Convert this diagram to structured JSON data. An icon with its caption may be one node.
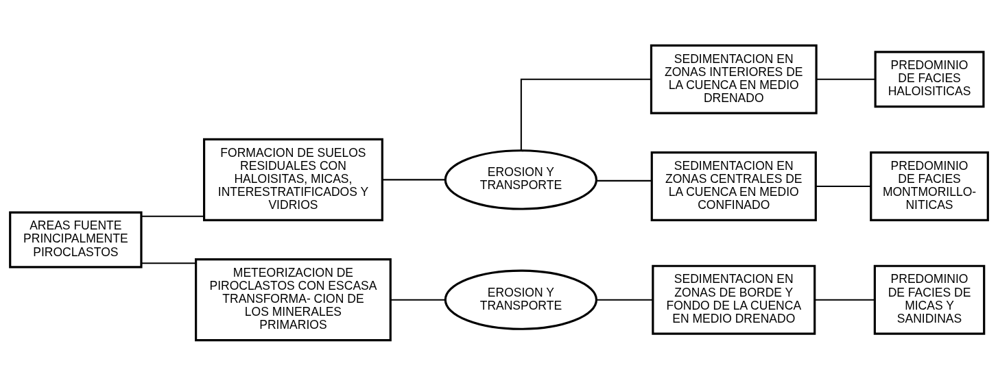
{
  "diagram": {
    "nodes": [
      {
        "text": [
          "AREAS FUENTE PRINCIPALMENTE PIROCLASTOS"
        ]
      },
      {
        "text": [
          "FORMACION DE SUELOS RESIDUALES CON HALOISITAS, MICAS, INTERESTRATIFICADOS Y VIDRIOS"
        ]
      },
      {
        "text": [
          "EROSION Y TRANSPORTE"
        ]
      },
      {
        "text": [
          "SEDIMENTACION EN ZONAS INTERIORES DE LA CUENCA EN MEDIO DRENADO"
        ]
      },
      {
        "text": [
          "PREDOMINIO DE FACIES HALOISITICAS"
        ]
      },
      {
        "text": [
          "SEDIMENTACION EN ZONAS CENTRALES DE LA CUENCA EN MEDIO CONFINADO"
        ]
      },
      {
        "text": [
          "PREDOMINIO DE FACIES MONTMORILLO- NITICAS"
        ]
      },
      {
        "text": [
          "METEORIZACION DE PIROCLASTOS CON ESCASA TRANSFORMA- CION DE LOS MINERALES PRIMARIOS"
        ]
      },
      {
        "text": [
          "EROSION Y TRANSPORTE"
        ]
      },
      {
        "text": [
          "SEDIMENTACION EN ZONAS DE BORDE Y FONDO DE LA CUENCA EN MEDIO DRENADO"
        ]
      },
      {
        "text": [
          "PREDOMINIO DE FACIES DE MICAS Y SANIDINAS"
        ]
      }
    ],
    "edges": [
      {
        "from": 0,
        "to": 1,
        "arrow": "none"
      },
      {
        "from": 0,
        "to": 7,
        "arrow": "none"
      },
      {
        "from": 1,
        "to": 2,
        "arrow": "none"
      },
      {
        "from": 2,
        "to": 3,
        "arrow": "none"
      },
      {
        "from": 2,
        "to": 5,
        "arrow": "none"
      },
      {
        "from": 3,
        "to": 4,
        "arrow": "none"
      },
      {
        "from": 5,
        "to": 6,
        "arrow": "none"
      },
      {
        "from": 7,
        "to": 8,
        "arrow": "none"
      },
      {
        "from": 8,
        "to": 9,
        "arrow": "none"
      },
      {
        "from": 9,
        "to": 10,
        "arrow": "none"
      }
    ]
  }
}
